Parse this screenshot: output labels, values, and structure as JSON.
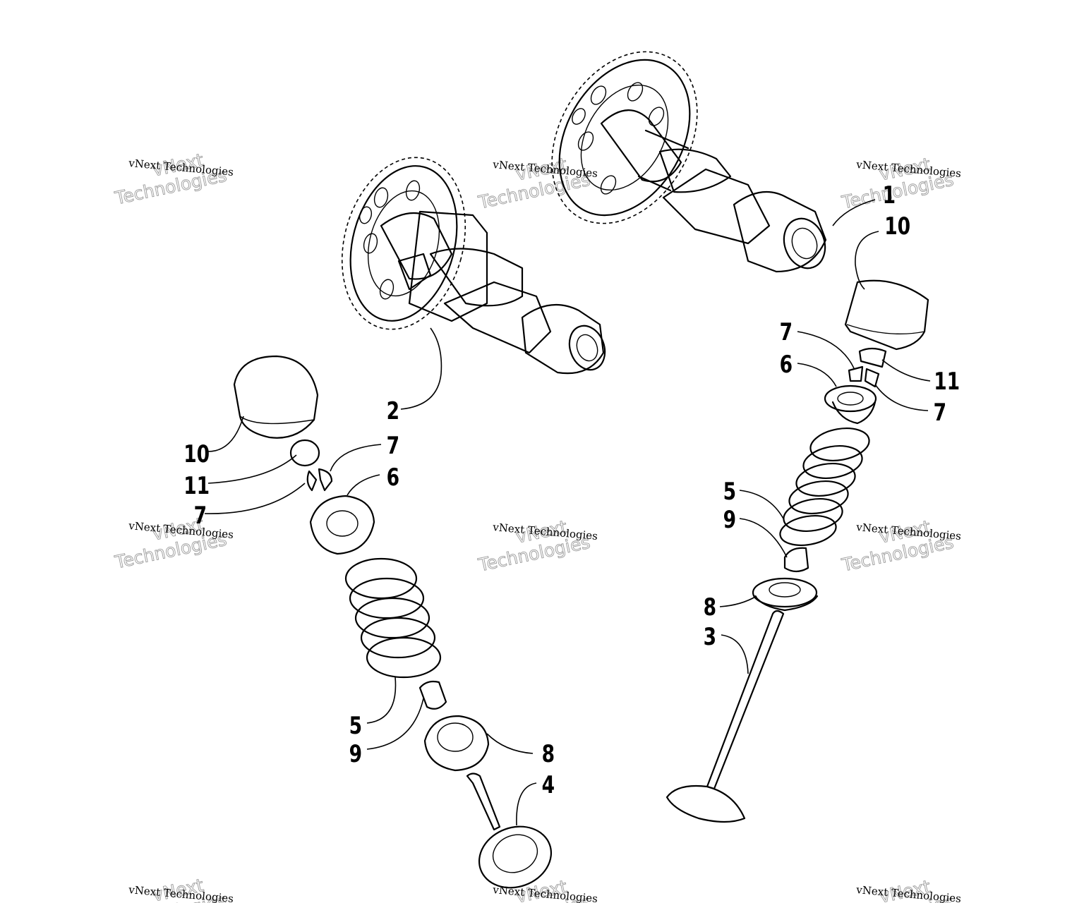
{
  "callouts": {
    "c1": "1",
    "c2": "2",
    "c3": "3",
    "c4": "4",
    "c5a": "5",
    "c5b": "5",
    "c6a": "6",
    "c6b": "6",
    "c7a": "7",
    "c7b": "7",
    "c7c": "7",
    "c7d": "7",
    "c8a": "8",
    "c8b": "8",
    "c9a": "9",
    "c9b": "9",
    "c10a": "10",
    "c10b": "10",
    "c11a": "11",
    "c11b": "11"
  },
  "watermark": {
    "small": "vNext Technologies",
    "large_top": "vNext",
    "large_bottom": "Technologies"
  },
  "colors": {
    "ink": "#000000",
    "background": "#ffffff",
    "watermark_outline": "#9a9a9a"
  }
}
